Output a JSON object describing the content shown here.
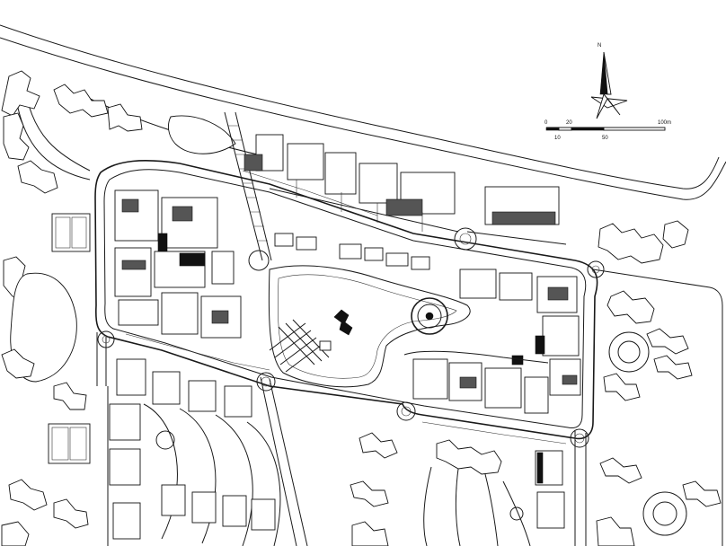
{
  "compass": {
    "letter": "N"
  },
  "scale_bar": {
    "top_labels": [
      "0",
      "20",
      "100m"
    ],
    "bottom_labels": [
      "10",
      "50"
    ]
  },
  "colors": {
    "ink": "#111111",
    "paper": "#ffffff"
  }
}
